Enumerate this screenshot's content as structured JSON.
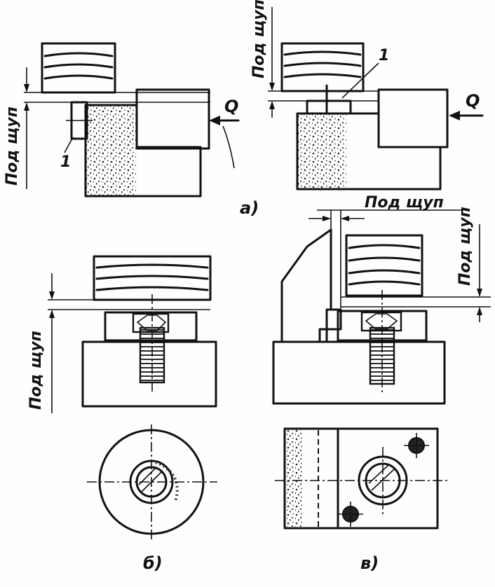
{
  "labels": {
    "feeler": "Под щуп",
    "feeler_alt": "Под щуп",
    "force": "Q",
    "part_number": "1",
    "caption_a": "а)",
    "caption_b": "б)",
    "caption_c": "в)"
  }
}
